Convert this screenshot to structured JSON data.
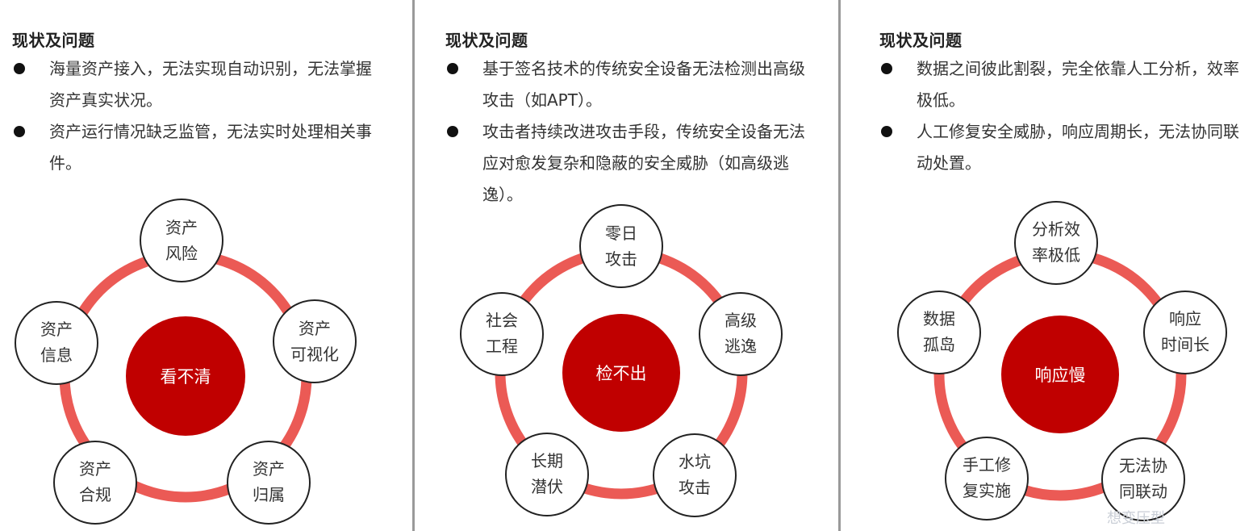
{
  "panels": [
    {
      "title": "现状及问题",
      "bullets": [
        "海量资产接入，无法实现自动识别，无法掌握资产真实状况。",
        "资产运行情况缺乏监管，无法实时处理相关事件。"
      ],
      "center": "看不清",
      "nodes": [
        [
          "资产",
          "风险"
        ],
        [
          "资产",
          "可视化"
        ],
        [
          "资产",
          "归属"
        ],
        [
          "资产",
          "合规"
        ],
        [
          "资产",
          "信息"
        ]
      ]
    },
    {
      "title": "现状及问题",
      "bullets": [
        "基于签名技术的传统安全设备无法检测出高级攻击（如APT）。",
        "攻击者持续改进攻击手段，传统安全设备无法应对愈发复杂和隐蔽的安全威胁（如高级逃逸）。"
      ],
      "center": "检不出",
      "nodes": [
        [
          "零日",
          "攻击"
        ],
        [
          "高级",
          "逃逸"
        ],
        [
          "水坑",
          "攻击"
        ],
        [
          "长期",
          "潜伏"
        ],
        [
          "社会",
          "工程"
        ]
      ]
    },
    {
      "title": "现状及问题",
      "bullets": [
        "数据之间彼此割裂，完全依靠人工分析，效率极低。",
        "人工修复安全威胁，响应周期长，无法协同联动处置。"
      ],
      "center": "响应慢",
      "nodes": [
        [
          "分析效",
          "率极低"
        ],
        [
          "响应",
          "时间长"
        ],
        [
          "无法协",
          "同联动"
        ],
        [
          "手工修",
          "复实施"
        ],
        [
          "数据",
          "孤岛"
        ]
      ]
    }
  ],
  "colors": {
    "ring": "#eb5a55",
    "center": "#c00000",
    "node_border": "#222222"
  },
  "watermark": "想变压型"
}
